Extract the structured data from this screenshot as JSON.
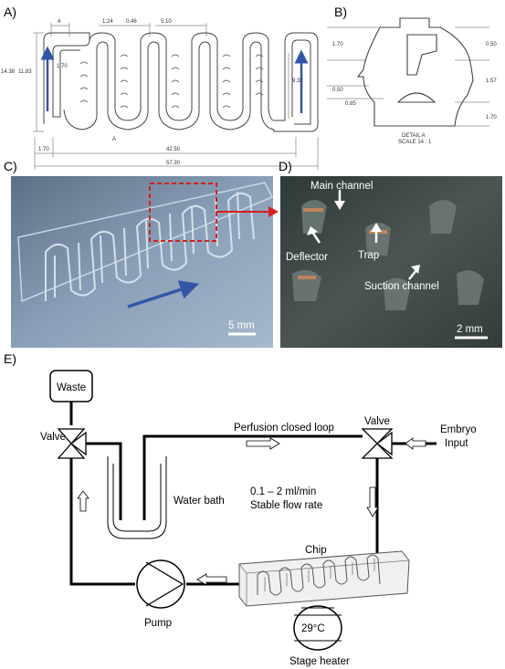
{
  "panels": {
    "a": "A)",
    "b": "B)",
    "c": "C)",
    "d": "D)",
    "e": "E)"
  },
  "panel_a": {
    "dims": {
      "d4": "4",
      "d124": "1:24",
      "d046": "0.46",
      "d510": "5.10",
      "d1438": "14.38",
      "d1183": "11.83",
      "d170v": "1.70",
      "d932": "9.32",
      "d170h": "1.70",
      "d4250": "42.50",
      "d5730": "57.30",
      "detail": "A"
    }
  },
  "panel_b": {
    "dims": {
      "l170a": "1.70",
      "l050": "0.50",
      "l085": "0.85",
      "r050": "0.50",
      "r157": "1.57",
      "r170": "1.70"
    },
    "caption": "DETAIL A",
    "scale": "SCALE 14 : 1"
  },
  "panel_c": {
    "scale_bar": "5 mm"
  },
  "panel_d": {
    "labels": {
      "main_channel": "Main channel",
      "deflector": "Deflector",
      "trap": "Trap",
      "suction_channel": "Suction channel"
    },
    "scale_bar": "2 mm"
  },
  "panel_e": {
    "waste": "Waste",
    "valve_left": "Valve",
    "valve_right": "Valve",
    "perfusion": "Perfusion closed loop",
    "embryo_1": "Embryo",
    "embryo_2": "Input",
    "water_bath": "Water bath",
    "flow_1": "0.1 – 2 ml/min",
    "flow_2": "Stable flow rate",
    "chip": "Chip",
    "pump": "Pump",
    "temperature": "29°C",
    "stage_heater": "Stage heater"
  },
  "colors": {
    "arrow_blue": "#3355a8",
    "highlight_red": "#d42020"
  }
}
